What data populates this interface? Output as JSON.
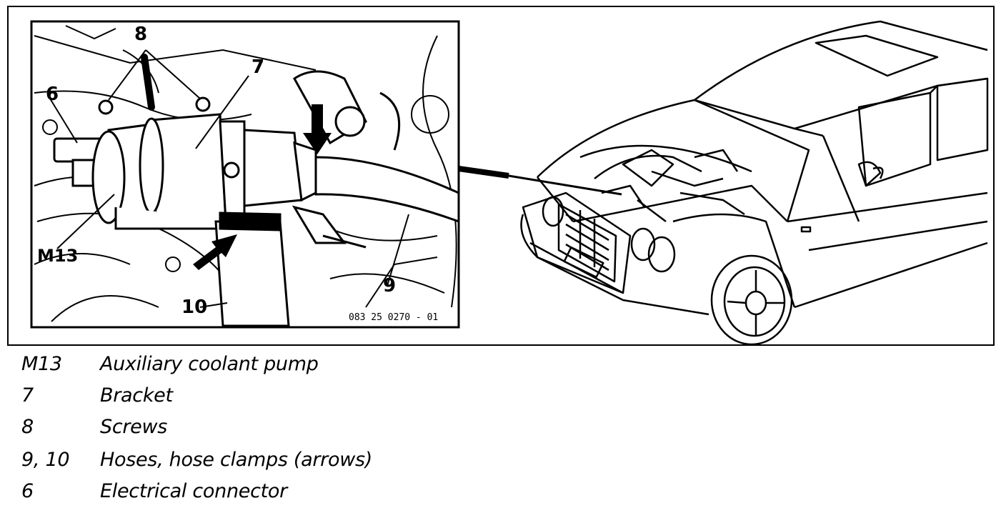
{
  "figure": {
    "detail_code": "083 25 0270 - 01",
    "callouts": {
      "c8": "8",
      "c7": "7",
      "c6": "6",
      "cM13": "M13",
      "c10": "10",
      "c9": "9"
    },
    "icons": [
      "arrow-icon",
      "car-illustration",
      "pump-illustration"
    ]
  },
  "legend": [
    {
      "key": "M13",
      "text": "Auxiliary coolant pump"
    },
    {
      "key": "7",
      "text": "Bracket"
    },
    {
      "key": "8",
      "text": "Screws"
    },
    {
      "key": "9, 10",
      "text": "Hoses, hose clamps (arrows)"
    },
    {
      "key": "6",
      "text": "Electrical connector"
    }
  ]
}
